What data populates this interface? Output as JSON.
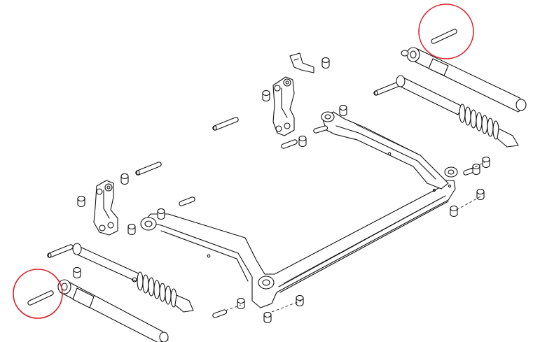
{
  "diagram": {
    "style": "black line-art exploded view, white background",
    "highlight_color": "#d9242b",
    "line_color": "#111111",
    "background_color": "#ffffff",
    "highlights": [
      {
        "name": "highlight-circle-top-right",
        "marks": "pin"
      },
      {
        "name": "highlight-circle-bottom-left",
        "marks": "pin"
      }
    ]
  }
}
